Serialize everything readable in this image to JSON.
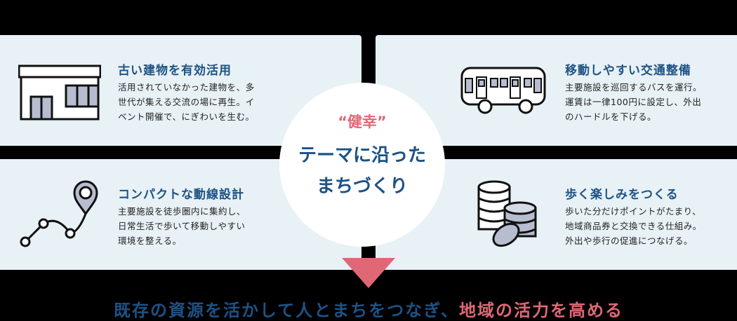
{
  "cards": [
    {
      "title": "古い建物を有効活用",
      "desc": "活用されていなかった建物を、多\n世代が集える交流の場に再生。イ\nベント開催で、にぎわいを生む。",
      "icon": "building-icon"
    },
    {
      "title": "移動しやすい交通整備",
      "desc": "主要施設を巡回するバスを運行。\n運賃は一律100円に設定し、外出\nのハードルを下げる。",
      "icon": "bus-icon"
    },
    {
      "title": "コンパクトな動線設計",
      "desc": "主要施設を徒歩圏内に集約し、\n日常生活で歩いて移動しやすい\n環境を整える。",
      "icon": "route-pin-icon"
    },
    {
      "title": "歩く楽しみをつくる",
      "desc": "歩いた分だけポイントがたまり、\n地域商品券と交換できる仕組み。\n外出や歩行の促進につなげる。",
      "icon": "coins-icon"
    }
  ],
  "center": {
    "keyword": "“健幸”",
    "theme": "テーマに沿った\nまちづくり"
  },
  "conclusion": {
    "part1": "既存の資源を活かして人とまちをつなぎ、",
    "part2": "地域の活力を高める"
  },
  "colors": {
    "navy": "#1d5285",
    "pink": "#e06876",
    "panel": "#e8f1f5",
    "icon_fill": "#b7bccf"
  }
}
